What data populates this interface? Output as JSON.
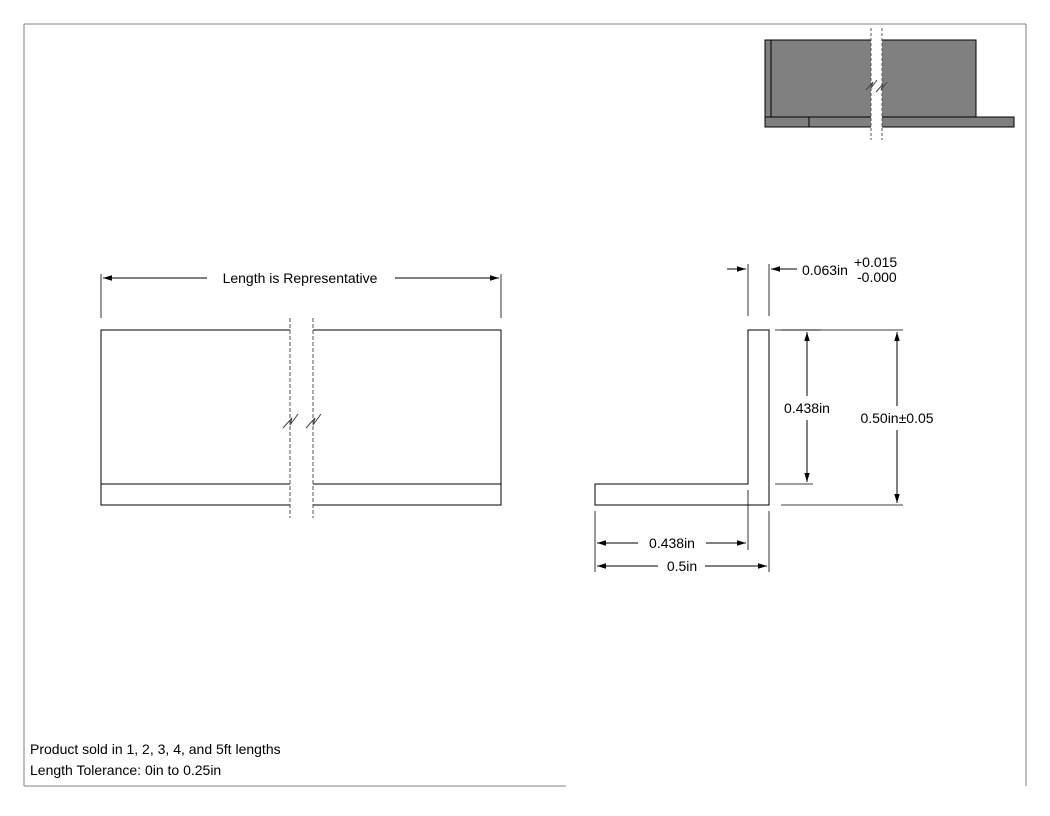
{
  "drawing": {
    "length_label": "Length is Representative",
    "thickness": "0.063in",
    "thickness_tol_plus": "+0.015",
    "thickness_tol_minus": "-0.000",
    "inner_height": "0.438in",
    "outer_height": "0.50in±0.05",
    "inner_width": "0.438in",
    "outer_width": "0.5in"
  },
  "notes": {
    "line1": "Product sold in 1, 2, 3, 4, and 5ft lengths",
    "line2": "Length Tolerance: 0in to 0.25in"
  },
  "colors": {
    "line": "#000000",
    "iso_fill": "#808080",
    "border": "#808080"
  }
}
